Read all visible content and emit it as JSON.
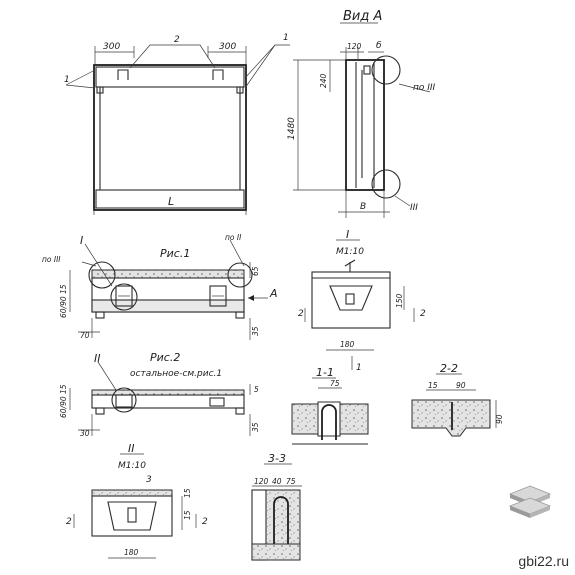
{
  "labels": {
    "view_a": "Вид А",
    "fig1": "Рис.1",
    "fig2": "Рис.2",
    "fig2_note": "остальное-см.рис.1",
    "sec_I": "I",
    "sec_II": "II",
    "scale_I": "М1:10",
    "scale_II": "М1:10",
    "sec_11": "1-1",
    "sec_22": "2-2",
    "sec_33": "3-3",
    "po_III": "по III",
    "po_II": "по II",
    "po_III_left": "по III",
    "III": "III",
    "A": "A",
    "one": "1",
    "two": "2",
    "three": "3"
  },
  "dims": {
    "d300a": "300",
    "d300b": "300",
    "d2": "2",
    "d1a": "1",
    "d1b": "1",
    "L": "L",
    "d1480": "1480",
    "d240": "240",
    "d120": "120",
    "b_top": "б",
    "B": "В",
    "d150": "150",
    "d180": "180",
    "d75": "75",
    "d15": "15",
    "d90": "90",
    "d90v": "90",
    "d65": "65",
    "d35": "35",
    "d70": "70",
    "d5": "5",
    "d30": "30",
    "d35b": "35",
    "d15s": "15",
    "d180b": "180",
    "d120b": "120",
    "d40": "40",
    "d75b": "75",
    "d15l": "15",
    "d_ms15": "60/90 15",
    "d_ms15b": "60/90 15"
  },
  "watermark": "gbi22.ru",
  "colors": {
    "line": "#2b2b2b",
    "logo_light": "#cfcfcf",
    "logo_dark": "#8a8a8a"
  }
}
